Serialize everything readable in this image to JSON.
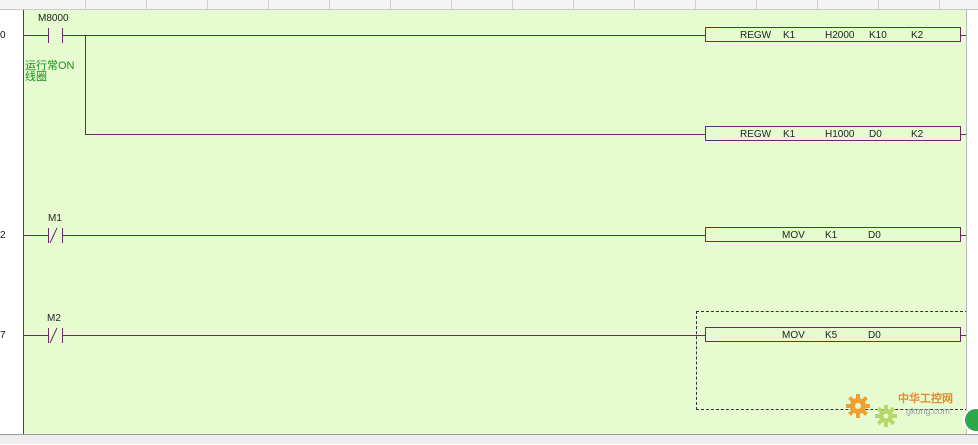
{
  "steps": [
    "0",
    "2",
    "7"
  ],
  "rungs": [
    {
      "contact": "M8000",
      "comment": [
        "运行常ON",
        "线圈"
      ],
      "outputs": [
        {
          "op": "REGW",
          "args": [
            "K1",
            "H2000",
            "K10",
            "K2"
          ]
        },
        {
          "op": "REGW",
          "args": [
            "K1",
            "H1000",
            "D0",
            "K2"
          ]
        }
      ]
    },
    {
      "contact": "M1",
      "outputs": [
        {
          "op": "MOV",
          "args": [
            "K1",
            "D0"
          ]
        }
      ]
    },
    {
      "contact": "M2",
      "outputs": [
        {
          "op": "MOV",
          "args": [
            "K5",
            "D0"
          ]
        }
      ]
    }
  ],
  "watermark": {
    "cn": "中华工控网",
    "en": "gkong.com"
  },
  "colors": {
    "canvas": "#e6fbd0",
    "wire": "#6a2a6a",
    "comment": "#1a8f1a",
    "watermark": "#e8892a"
  }
}
